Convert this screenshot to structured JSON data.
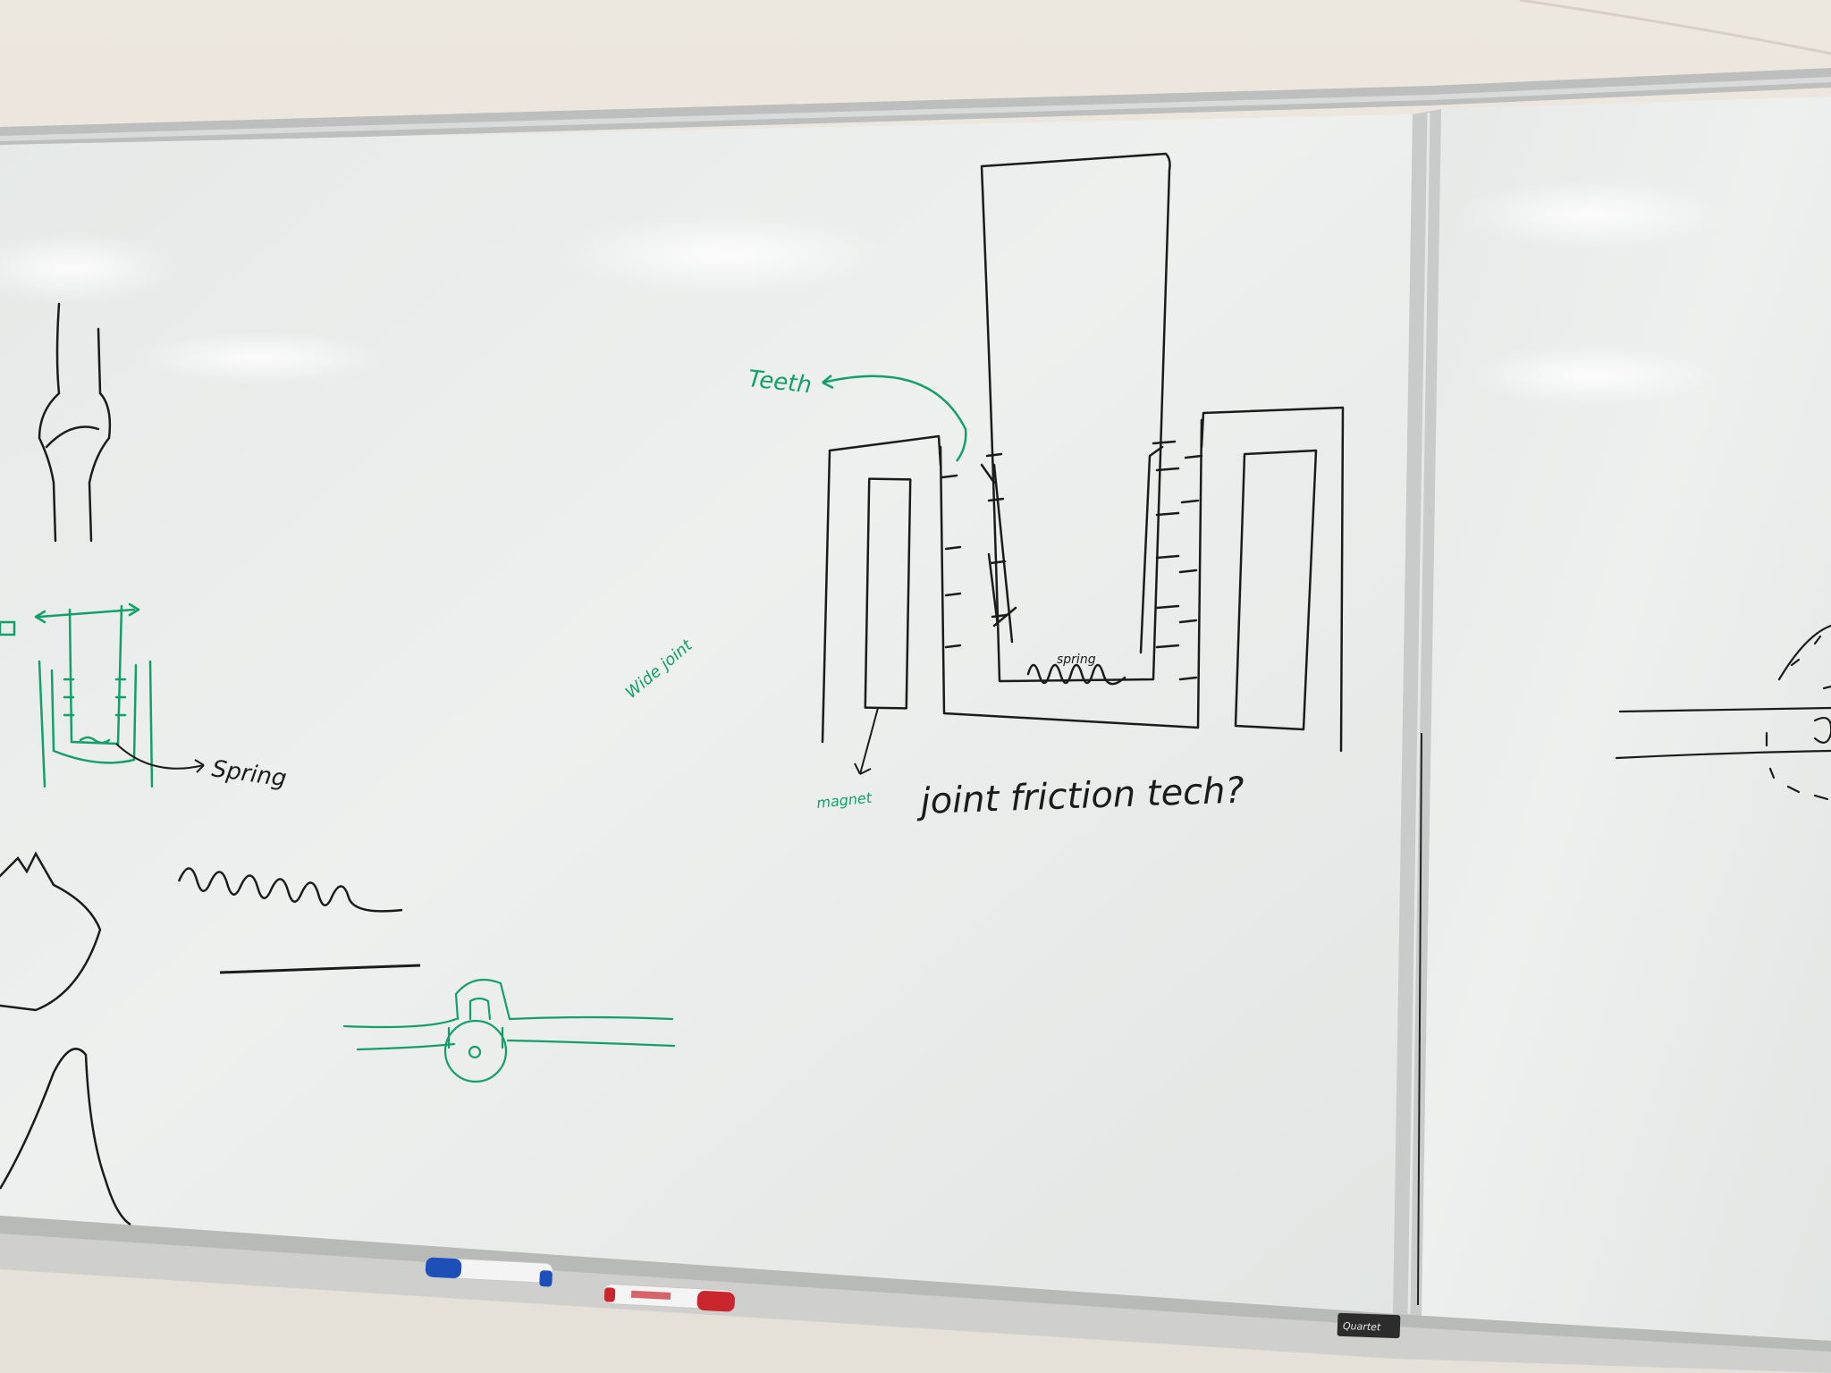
{
  "labels": {
    "teeth": "Teeth",
    "spring_left": "Spring",
    "spring_center": "spring",
    "wide_joint": "Wide joint",
    "magnet": "magnet",
    "question": "joint friction tech?",
    "eraser_brand": "Quartet"
  },
  "colors": {
    "wall": "#e9e4dc",
    "board": "#ecefee",
    "black_ink": "#1b1b1b",
    "green_ink": "#12a06a",
    "blue_marker": "#1d4fb8",
    "red_marker": "#c9262e"
  },
  "icons": {
    "marker_blue": "marker-icon",
    "marker_red": "marker-icon",
    "eraser": "eraser-icon"
  }
}
